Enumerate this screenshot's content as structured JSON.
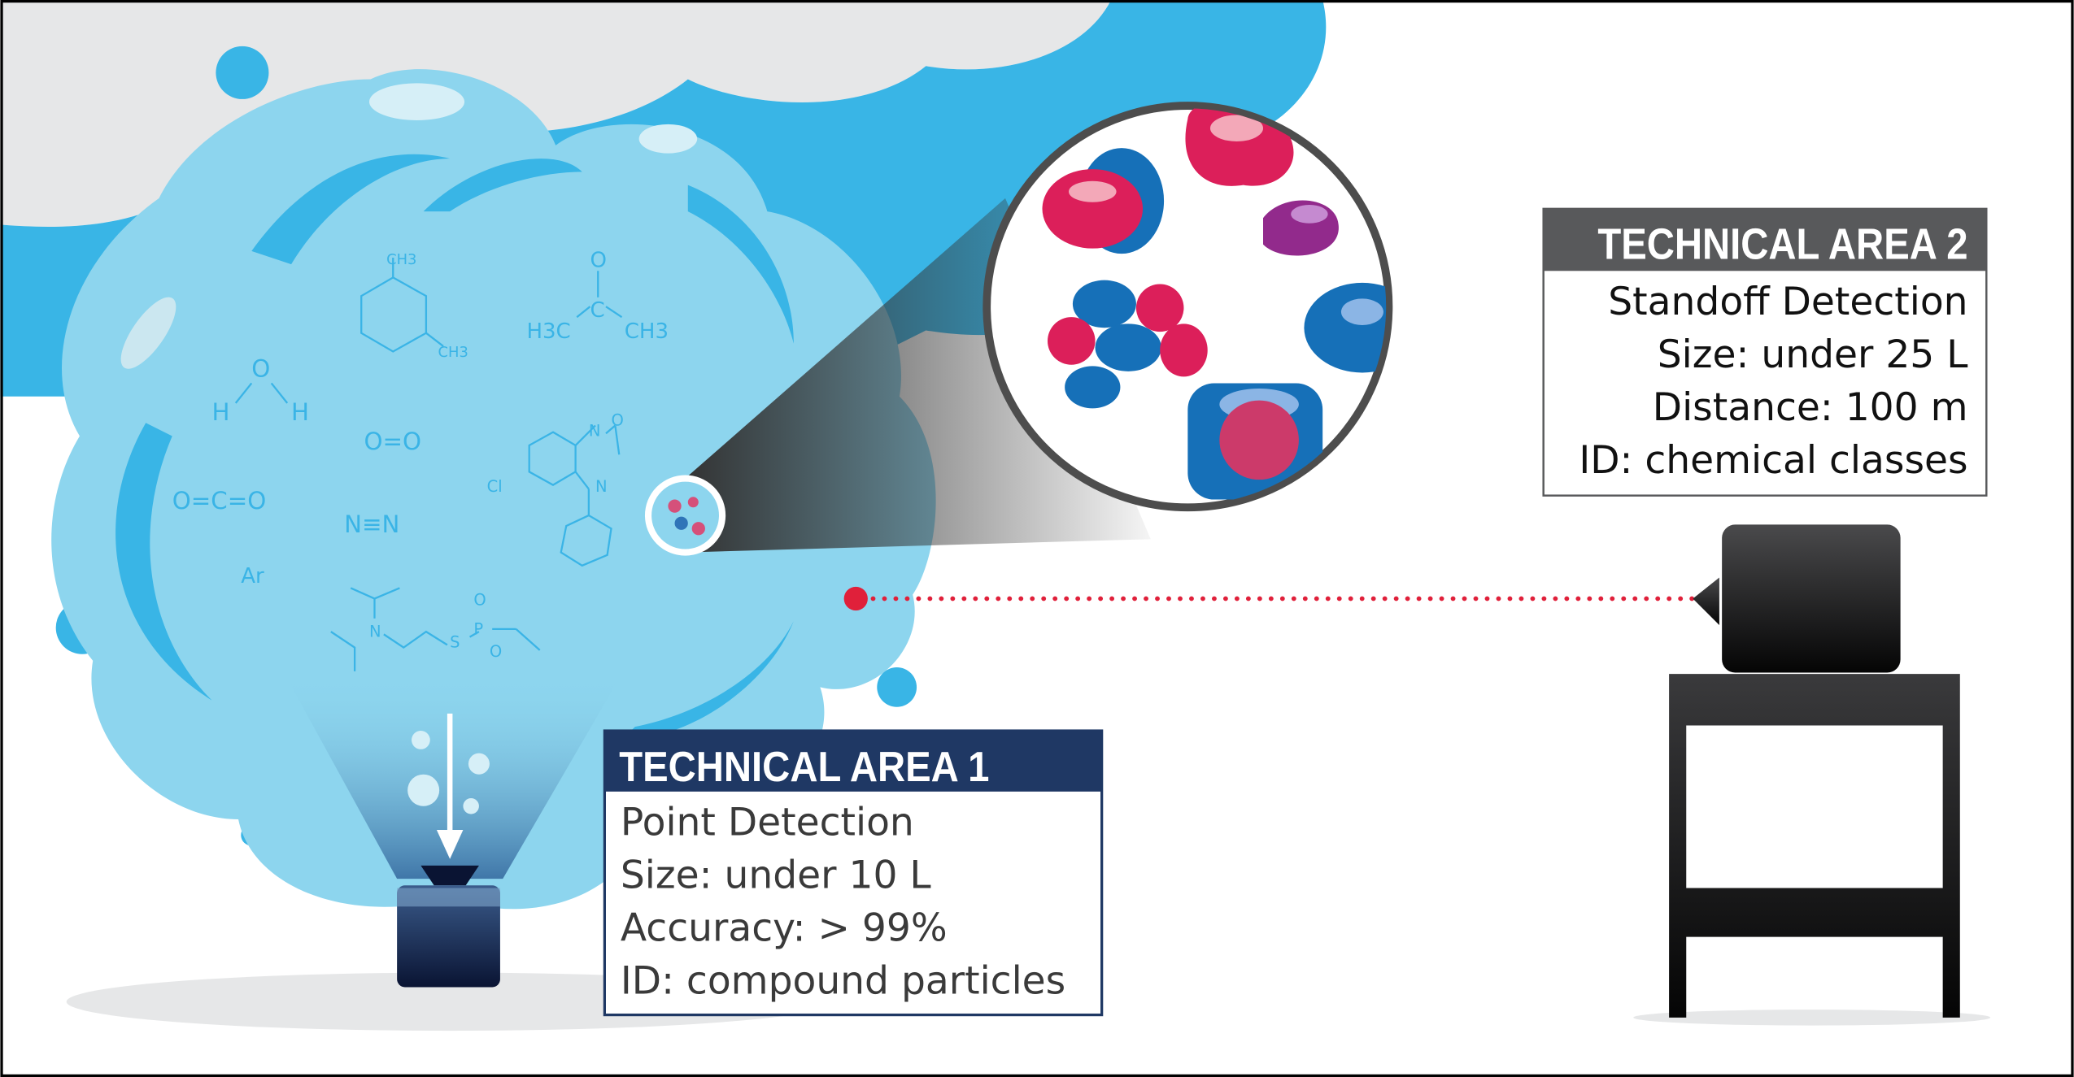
{
  "technical_area_1": {
    "title": "TECHNICAL AREA 1",
    "lines": [
      "Point Detection",
      "Size: under 10 L",
      "Accuracy: > 99%",
      "ID: compound particles"
    ]
  },
  "technical_area_2": {
    "title": "TECHNICAL AREA 2",
    "lines": [
      "Standoff Detection",
      "Size: under 25 L",
      "Distance: 100 m",
      "ID: chemical classes"
    ]
  },
  "molecules": {
    "xylene": [
      "CH3",
      "CH3"
    ],
    "acetone": [
      "O",
      "C",
      "H3C",
      "CH3"
    ],
    "water": [
      "O",
      "H",
      "H"
    ],
    "oxygen": "O=O",
    "carbon_dioxide": "O=C=O",
    "nitrogen": "N≡N",
    "argon": "Ar",
    "diazepam": [
      "N",
      "O",
      "N",
      "Cl"
    ],
    "vx": [
      "N",
      "S",
      "P",
      "O",
      "O"
    ]
  },
  "colors": {
    "ta1_header": "#1f3864",
    "ta2_header": "#58595b",
    "plume": "#8dd5ee",
    "cloud_blue": "#39b5e6",
    "laser": "#e0203a"
  }
}
